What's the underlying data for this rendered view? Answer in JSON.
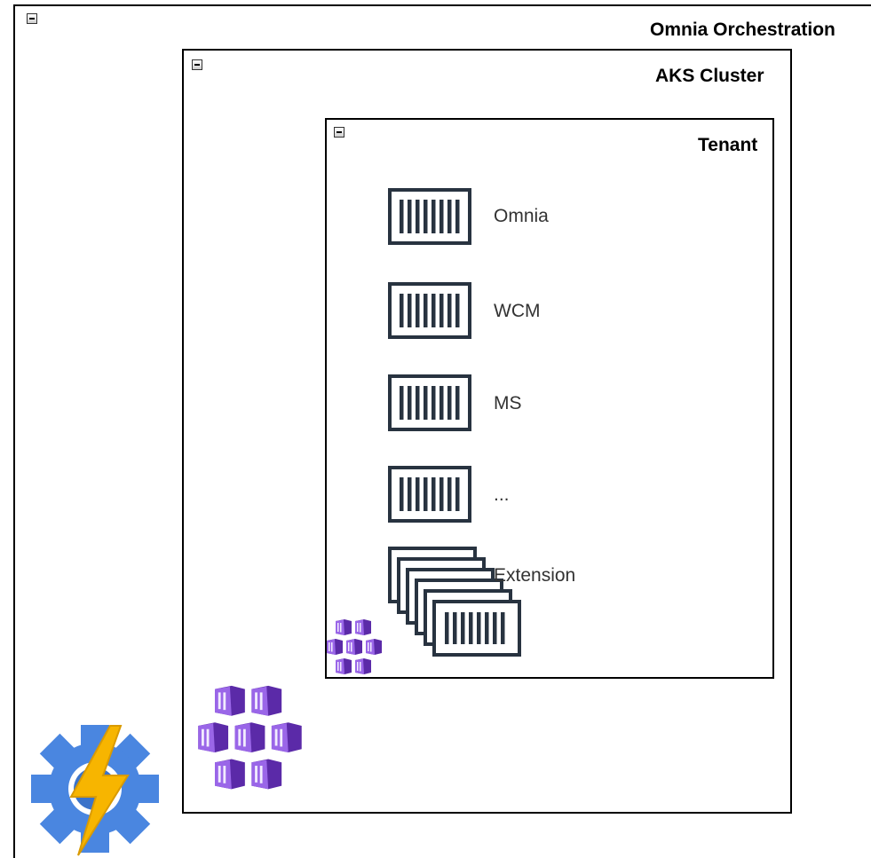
{
  "groups": {
    "outer": {
      "title": "Omnia Orchestration"
    },
    "aks": {
      "title": "AKS Cluster"
    },
    "tenant": {
      "title": "Tenant"
    }
  },
  "containers": [
    {
      "label": "Omnia"
    },
    {
      "label": "WCM"
    },
    {
      "label": "MS"
    },
    {
      "label": "..."
    },
    {
      "label": "Extension"
    }
  ],
  "icons": {
    "container": "container-icon",
    "container_stack": "container-stack-icon",
    "aks": "kubernetes-service-icon",
    "automation": "automation-gear-icon"
  },
  "colors": {
    "container_stroke": "#283340",
    "kubernetes_purple": "#8a4fd8",
    "gear_blue": "#4a86e0",
    "bolt_yellow": "#f7b500"
  }
}
